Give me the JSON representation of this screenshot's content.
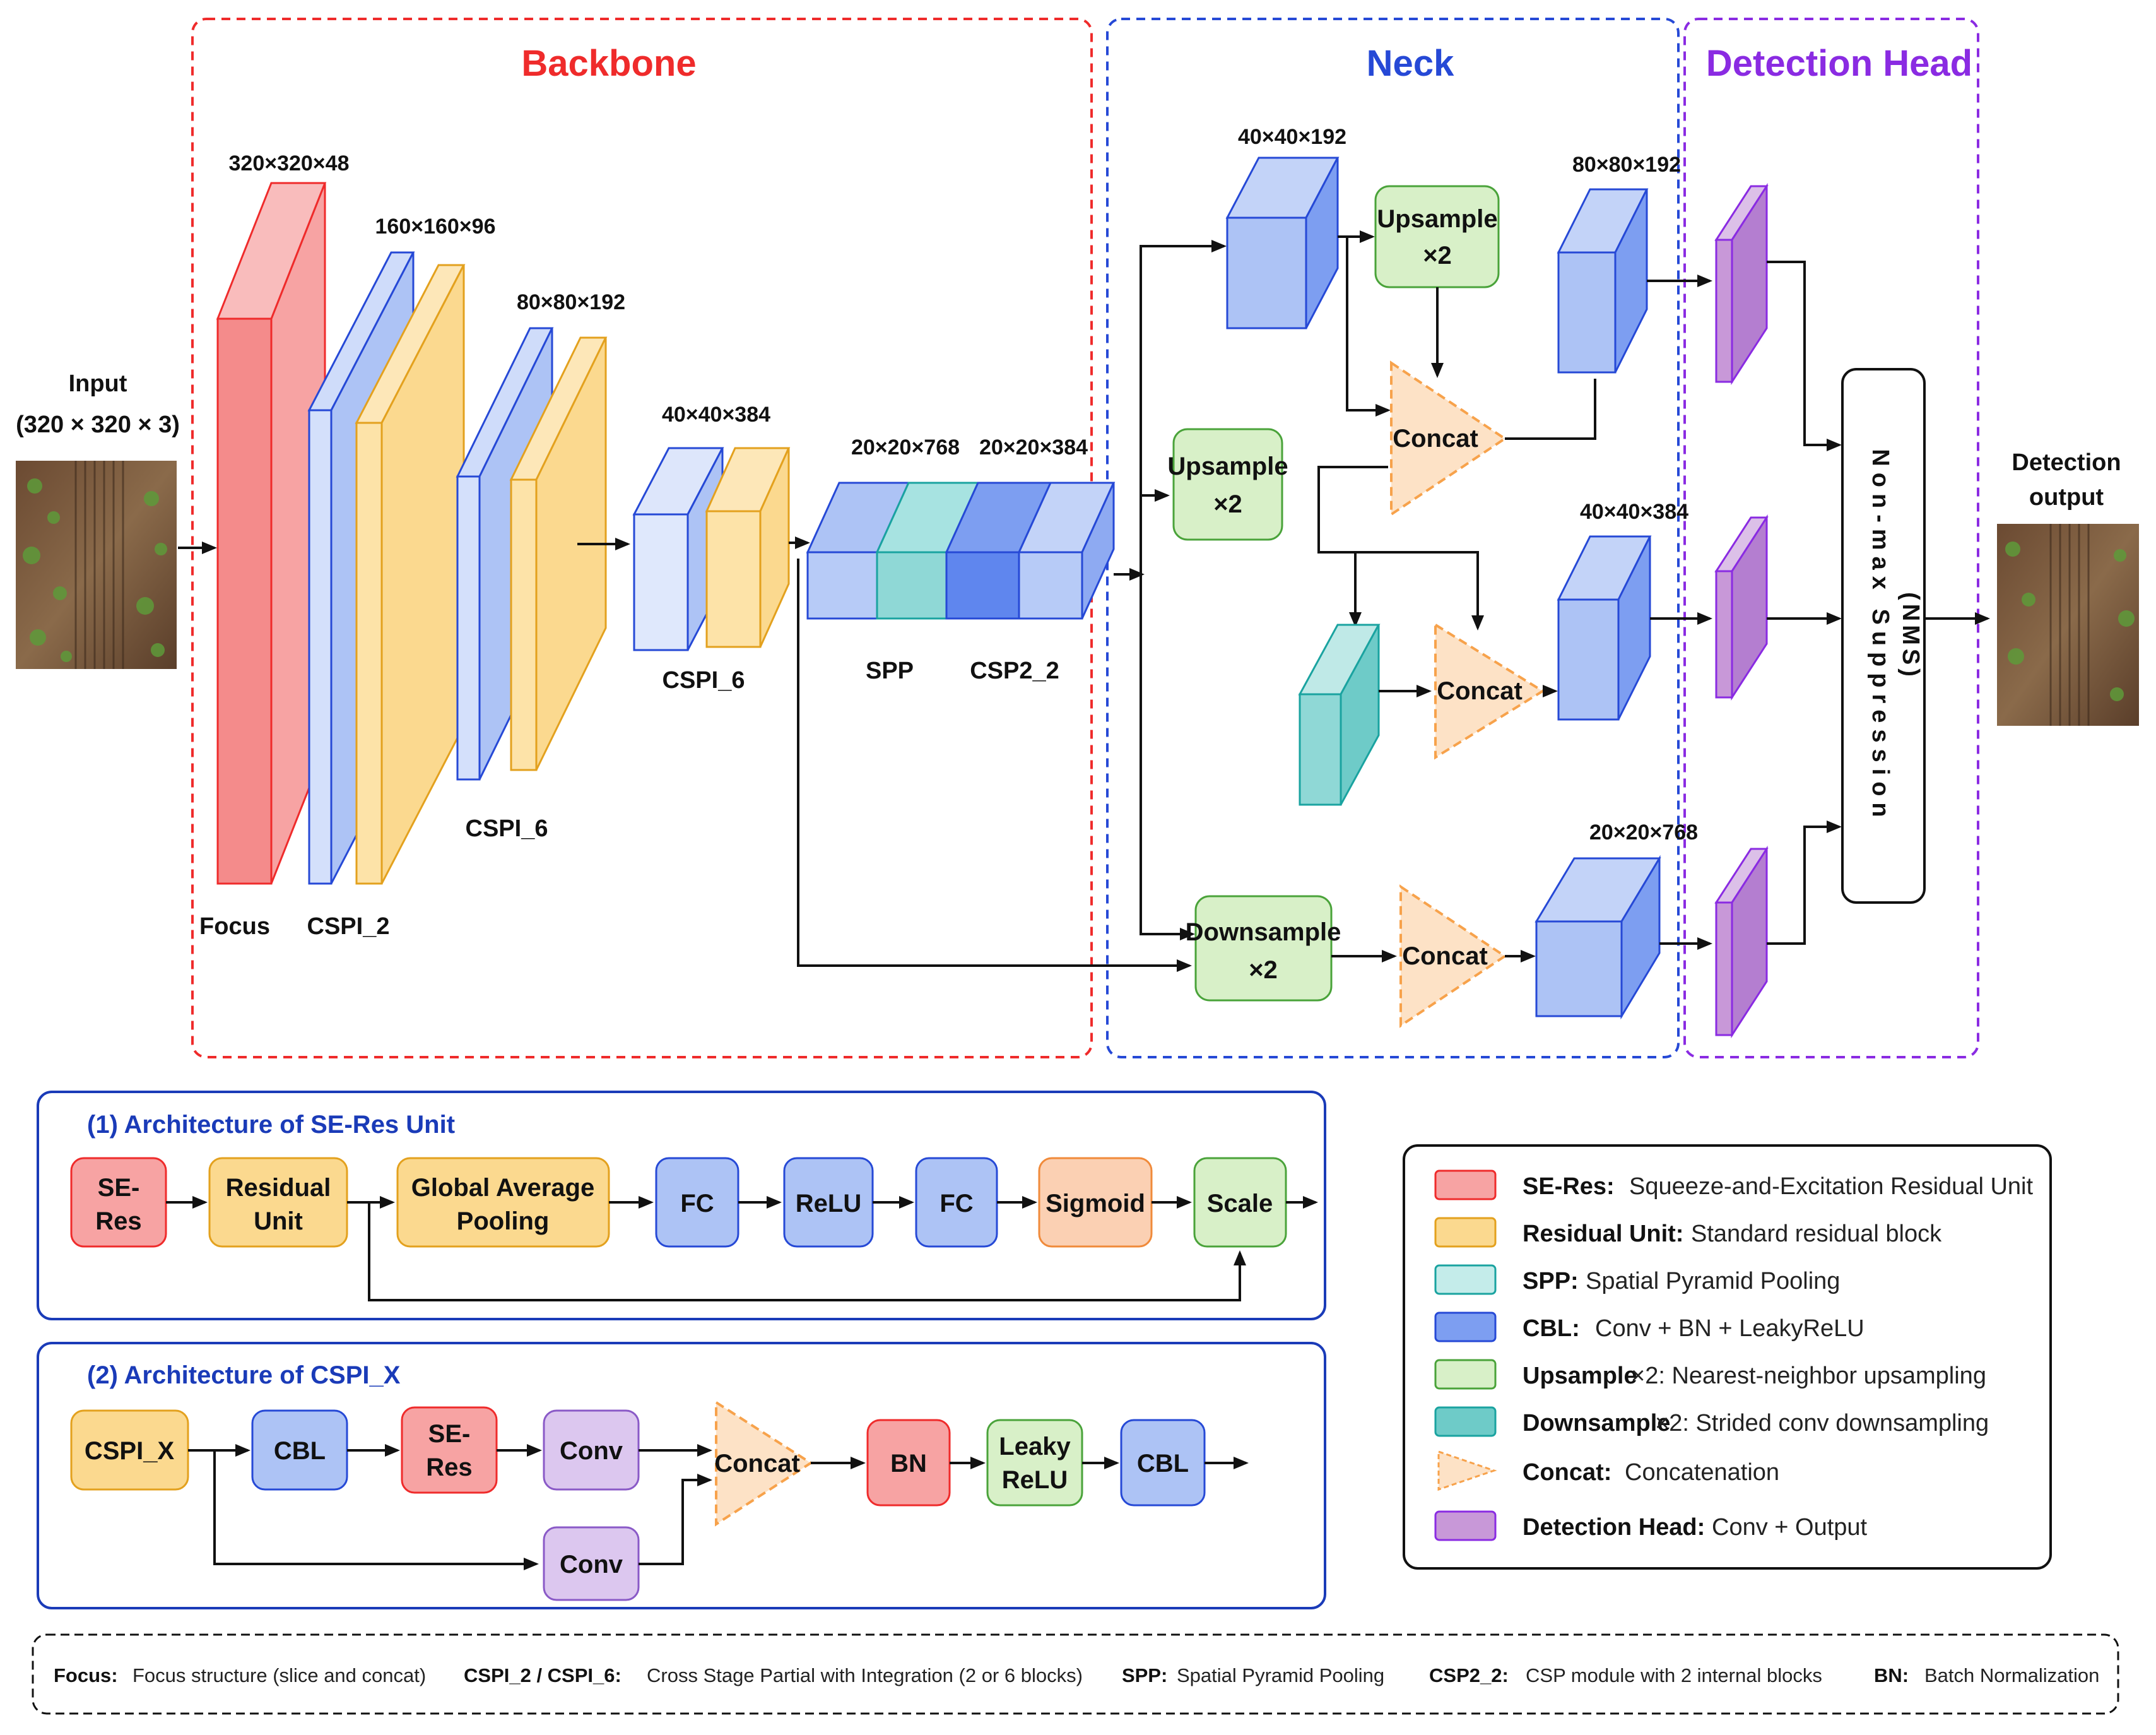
{
  "sections": {
    "backbone": "Backbone",
    "neck": "Neck",
    "head": "Detection Head"
  },
  "colors": {
    "backbone": "#ef2b2b",
    "neck": "#2649d6",
    "head": "#8a2be2",
    "se_res": "#f7a3a3",
    "residual": "#fbd98f",
    "spp": "#8fd8d6",
    "cbl": "#adc3f5",
    "cbl_dark": "#5f86ee",
    "upsample": "#d8f0c8",
    "concat": "#f7a24b",
    "detection": "#c898d8",
    "conv": "#dcc7ef",
    "sigmoid": "#fbd0b3"
  },
  "input": {
    "title": "Input",
    "dims": "(320 × 320 × 3)"
  },
  "output": {
    "title": "Detection",
    "title2": "output"
  },
  "backbone": {
    "focus_dim": "320×320×48",
    "focus_label": "Focus",
    "cspi2_dim": "160×160×96",
    "cspi2_label": "CSPI_2",
    "cspi6a_dim": "80×80×192",
    "cspi6a_label": "CSPI_6",
    "cspi6b_dim": "40×40×384",
    "cspi6b_label": "CSPI_6",
    "spp_dim": "20×20×768",
    "spp_label": "SPP",
    "csp22_dim": "20×20×384",
    "csp22_label": "CSP2_2"
  },
  "neck": {
    "top_dim": "40×40×192",
    "upsample_a1": "Upsample",
    "upsample_a2": "×2",
    "upsample_b1": "Upsample",
    "upsample_b2": "×2",
    "concat1": "Concat",
    "concat2": "Concat",
    "concat3": "Concat",
    "out1_dim": "80×80×192",
    "out2_dim": "40×40×384",
    "out3_dim": "20×20×768",
    "down1": "Downsample",
    "down2": "×2"
  },
  "nms": {
    "line1": "Non-max Suppression",
    "line2": "(NMS)"
  },
  "se_res_arch": {
    "title": "(1) Architecture of SE-Res Unit",
    "b1a": "SE-",
    "b1b": "Res",
    "b2a": "Residual",
    "b2b": "Unit",
    "b3a": "Global Average",
    "b3b": "Pooling",
    "b4": "FC",
    "b5": "ReLU",
    "b6": "FC",
    "b7": "Sigmoid",
    "b8": "Scale"
  },
  "cspi_arch": {
    "title": "(2) Architecture of CSPI_X",
    "b1": "CSPI_X",
    "b2": "CBL",
    "b3a": "SE-",
    "b3b": "Res",
    "b4": "Conv",
    "b5": "Conv",
    "b6": "Concat",
    "b7": "BN",
    "b8a": "Leaky",
    "b8b": "ReLU",
    "b9": "CBL"
  },
  "legend": [
    {
      "key": "SE-Res:",
      "desc": "Squeeze-and-Excitation Residual Unit"
    },
    {
      "key": "Residual Unit:",
      "desc": "Standard residual block"
    },
    {
      "key": "SPP:",
      "desc": "Spatial Pyramid Pooling"
    },
    {
      "key": "CBL:",
      "desc": "Conv + BN + LeakyReLU"
    },
    {
      "key": "Upsample",
      "desc": "×2:  Nearest-neighbor upsampling"
    },
    {
      "key": "Downsample",
      "desc": "×2:  Strided conv downsampling"
    },
    {
      "key": "Concat:",
      "desc": "Concatenation"
    },
    {
      "key": "Detection Head:",
      "desc": "Conv + Output"
    }
  ],
  "footer": [
    {
      "key": "Focus:",
      "desc": "Focus structure (slice and concat)"
    },
    {
      "key": "CSPI_2 / CSPI_6:",
      "desc": "Cross Stage Partial with Integration (2 or 6 blocks)"
    },
    {
      "key": "SPP:",
      "desc": "Spatial Pyramid Pooling"
    },
    {
      "key": "CSP2_2:",
      "desc": "CSP module with 2 internal blocks"
    },
    {
      "key": "BN:",
      "desc": "Batch Normalization"
    }
  ]
}
